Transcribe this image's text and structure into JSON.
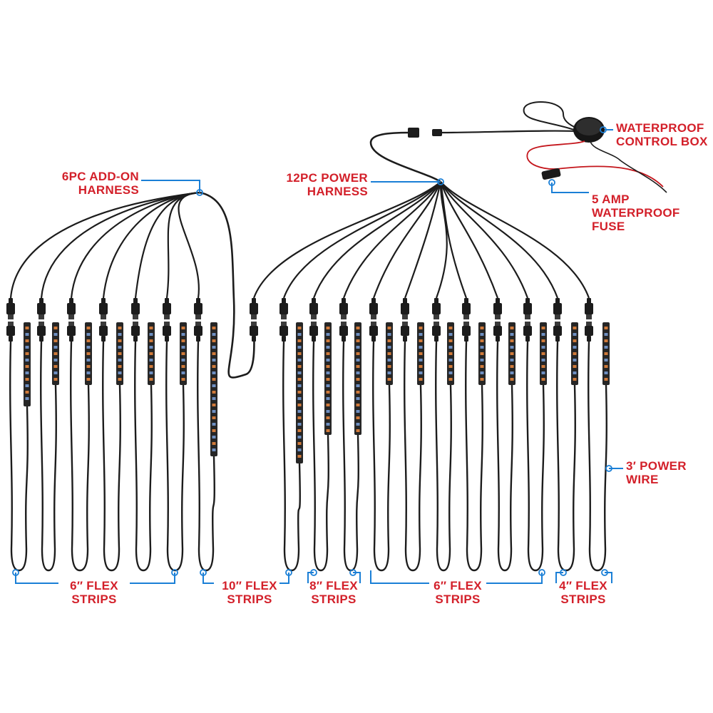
{
  "colors": {
    "label": "#d3202a",
    "leader": "#1a7fd6",
    "wire": "#1c1c1c",
    "strip_body": "#262626",
    "led_a": "#d07a3a",
    "led_b": "#6e8fc2",
    "fuse_wire": "#c4161c"
  },
  "labels": {
    "addon_harness": {
      "line1": "6PC ADD-ON",
      "line2": "HARNESS"
    },
    "power_harness": {
      "line1": "12PC POWER",
      "line2": "HARNESS"
    },
    "control_box": {
      "line1": "WATERPROOF",
      "line2": "CONTROL BOX"
    },
    "fuse": {
      "line1": "5 AMP",
      "line2": "WATERPROOF",
      "line3": "FUSE"
    },
    "power_wire": {
      "line1": "3′ POWER",
      "line2": "WIRE"
    },
    "flex_6_left": {
      "line1": "6″ FLEX",
      "line2": "STRIPS"
    },
    "flex_10": {
      "line1": "10″ FLEX",
      "line2": "STRIPS"
    },
    "flex_8": {
      "line1": "8″ FLEX",
      "line2": "STRIPS"
    },
    "flex_6_right": {
      "line1": "6″ FLEX",
      "line2": "STRIPS"
    },
    "flex_4": {
      "line1": "4″ FLEX",
      "line2": "STRIPS"
    }
  },
  "icons": {
    "harness_connector": "harness-connector-icon",
    "strip_connector": "strip-connector-icon",
    "control_box": "control-box-icon",
    "fuse_holder": "fuse-holder-icon"
  }
}
